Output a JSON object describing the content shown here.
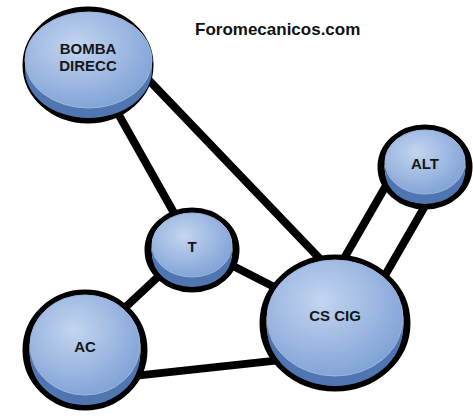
{
  "diagram": {
    "nodes": [
      {
        "text": [
          "BOMBA DIRECC"
        ]
      },
      {
        "text": [
          "ALT"
        ]
      },
      {
        "text": [
          "T"
        ]
      },
      {
        "text": [
          "AC"
        ]
      },
      {
        "text": [
          "CS CIG"
        ]
      }
    ],
    "edges": [
      {
        "from": 0,
        "to": 4,
        "arrow": "none"
      },
      {
        "from": 0,
        "to": 2,
        "arrow": "none"
      },
      {
        "from": 1,
        "to": 4,
        "arrow": "none"
      },
      {
        "from": 4,
        "to": 1,
        "arrow": "none"
      },
      {
        "from": 2,
        "to": 4,
        "arrow": "none"
      },
      {
        "from": 2,
        "to": 3,
        "arrow": "none"
      },
      {
        "from": 3,
        "to": 4,
        "arrow": "none"
      }
    ],
    "labels": [
      "Foromecanicos.com"
    ]
  }
}
